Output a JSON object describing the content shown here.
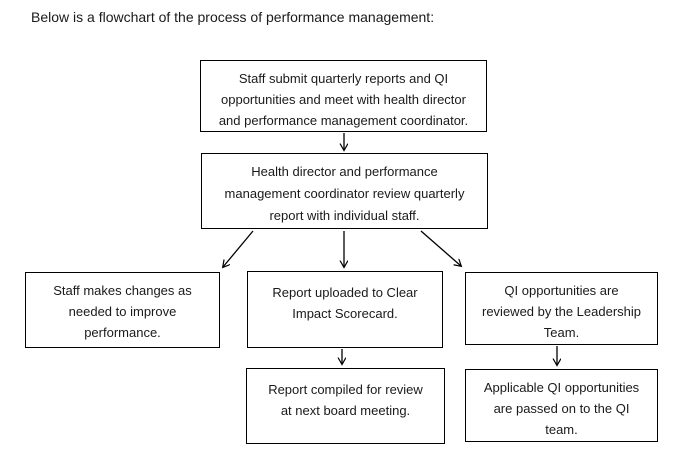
{
  "page": {
    "title": "Below is a flowchart of the process of performance management:"
  },
  "flowchart": {
    "colors": {
      "box_border": "#000000",
      "box_background": "#ffffff",
      "text": "#1a1a1a",
      "arrow": "#000000"
    },
    "boxes": [
      {
        "id": "staff-submit",
        "text": "Staff submit quarterly reports and QI\nopportunities and meet with health director\nand performance management coordinator."
      },
      {
        "id": "director-review",
        "text": "Health director and performance\nmanagement coordinator review quarterly\nreport with individual staff."
      },
      {
        "id": "staff-changes",
        "text": "Staff makes changes as\nneeded to improve\nperformance."
      },
      {
        "id": "report-uploaded",
        "text": "Report uploaded to Clear\nImpact Scorecard."
      },
      {
        "id": "report-compiled",
        "text": "Report compiled for review\nat next board meeting."
      },
      {
        "id": "qi-reviewed",
        "text": "QI opportunities are\nreviewed by the Leadership\nTeam."
      },
      {
        "id": "qi-passed-on",
        "text": "Applicable QI opportunities\nare passed on to the QI\nteam."
      }
    ],
    "connections": [
      {
        "from": "staff-submit",
        "to": "director-review"
      },
      {
        "from": "director-review",
        "to": "staff-changes"
      },
      {
        "from": "director-review",
        "to": "report-uploaded"
      },
      {
        "from": "director-review",
        "to": "qi-reviewed"
      },
      {
        "from": "report-uploaded",
        "to": "report-compiled"
      },
      {
        "from": "qi-reviewed",
        "to": "qi-passed-on"
      }
    ]
  }
}
